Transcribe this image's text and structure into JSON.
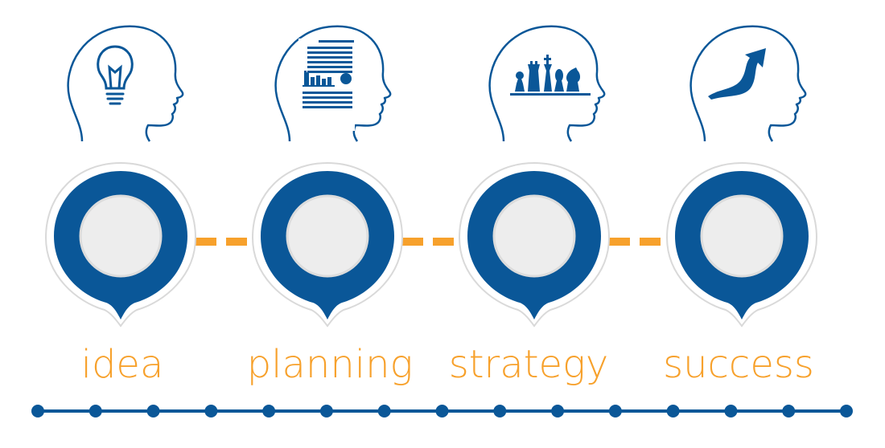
{
  "colors": {
    "primary_blue": "#0A5798",
    "accent_orange": "#F7A12C",
    "pin_inner": "#EDEDED",
    "pin_shadow": "#D9D9D9"
  },
  "steps": [
    {
      "id": "idea",
      "label": "idea",
      "icon": "lightbulb-head-icon"
    },
    {
      "id": "planning",
      "label": "planning",
      "icon": "document-head-icon"
    },
    {
      "id": "strategy",
      "label": "strategy",
      "icon": "chess-head-icon"
    },
    {
      "id": "success",
      "label": "success",
      "icon": "rising-arrow-head-icon"
    }
  ],
  "timeline": {
    "dot_count": 15
  }
}
